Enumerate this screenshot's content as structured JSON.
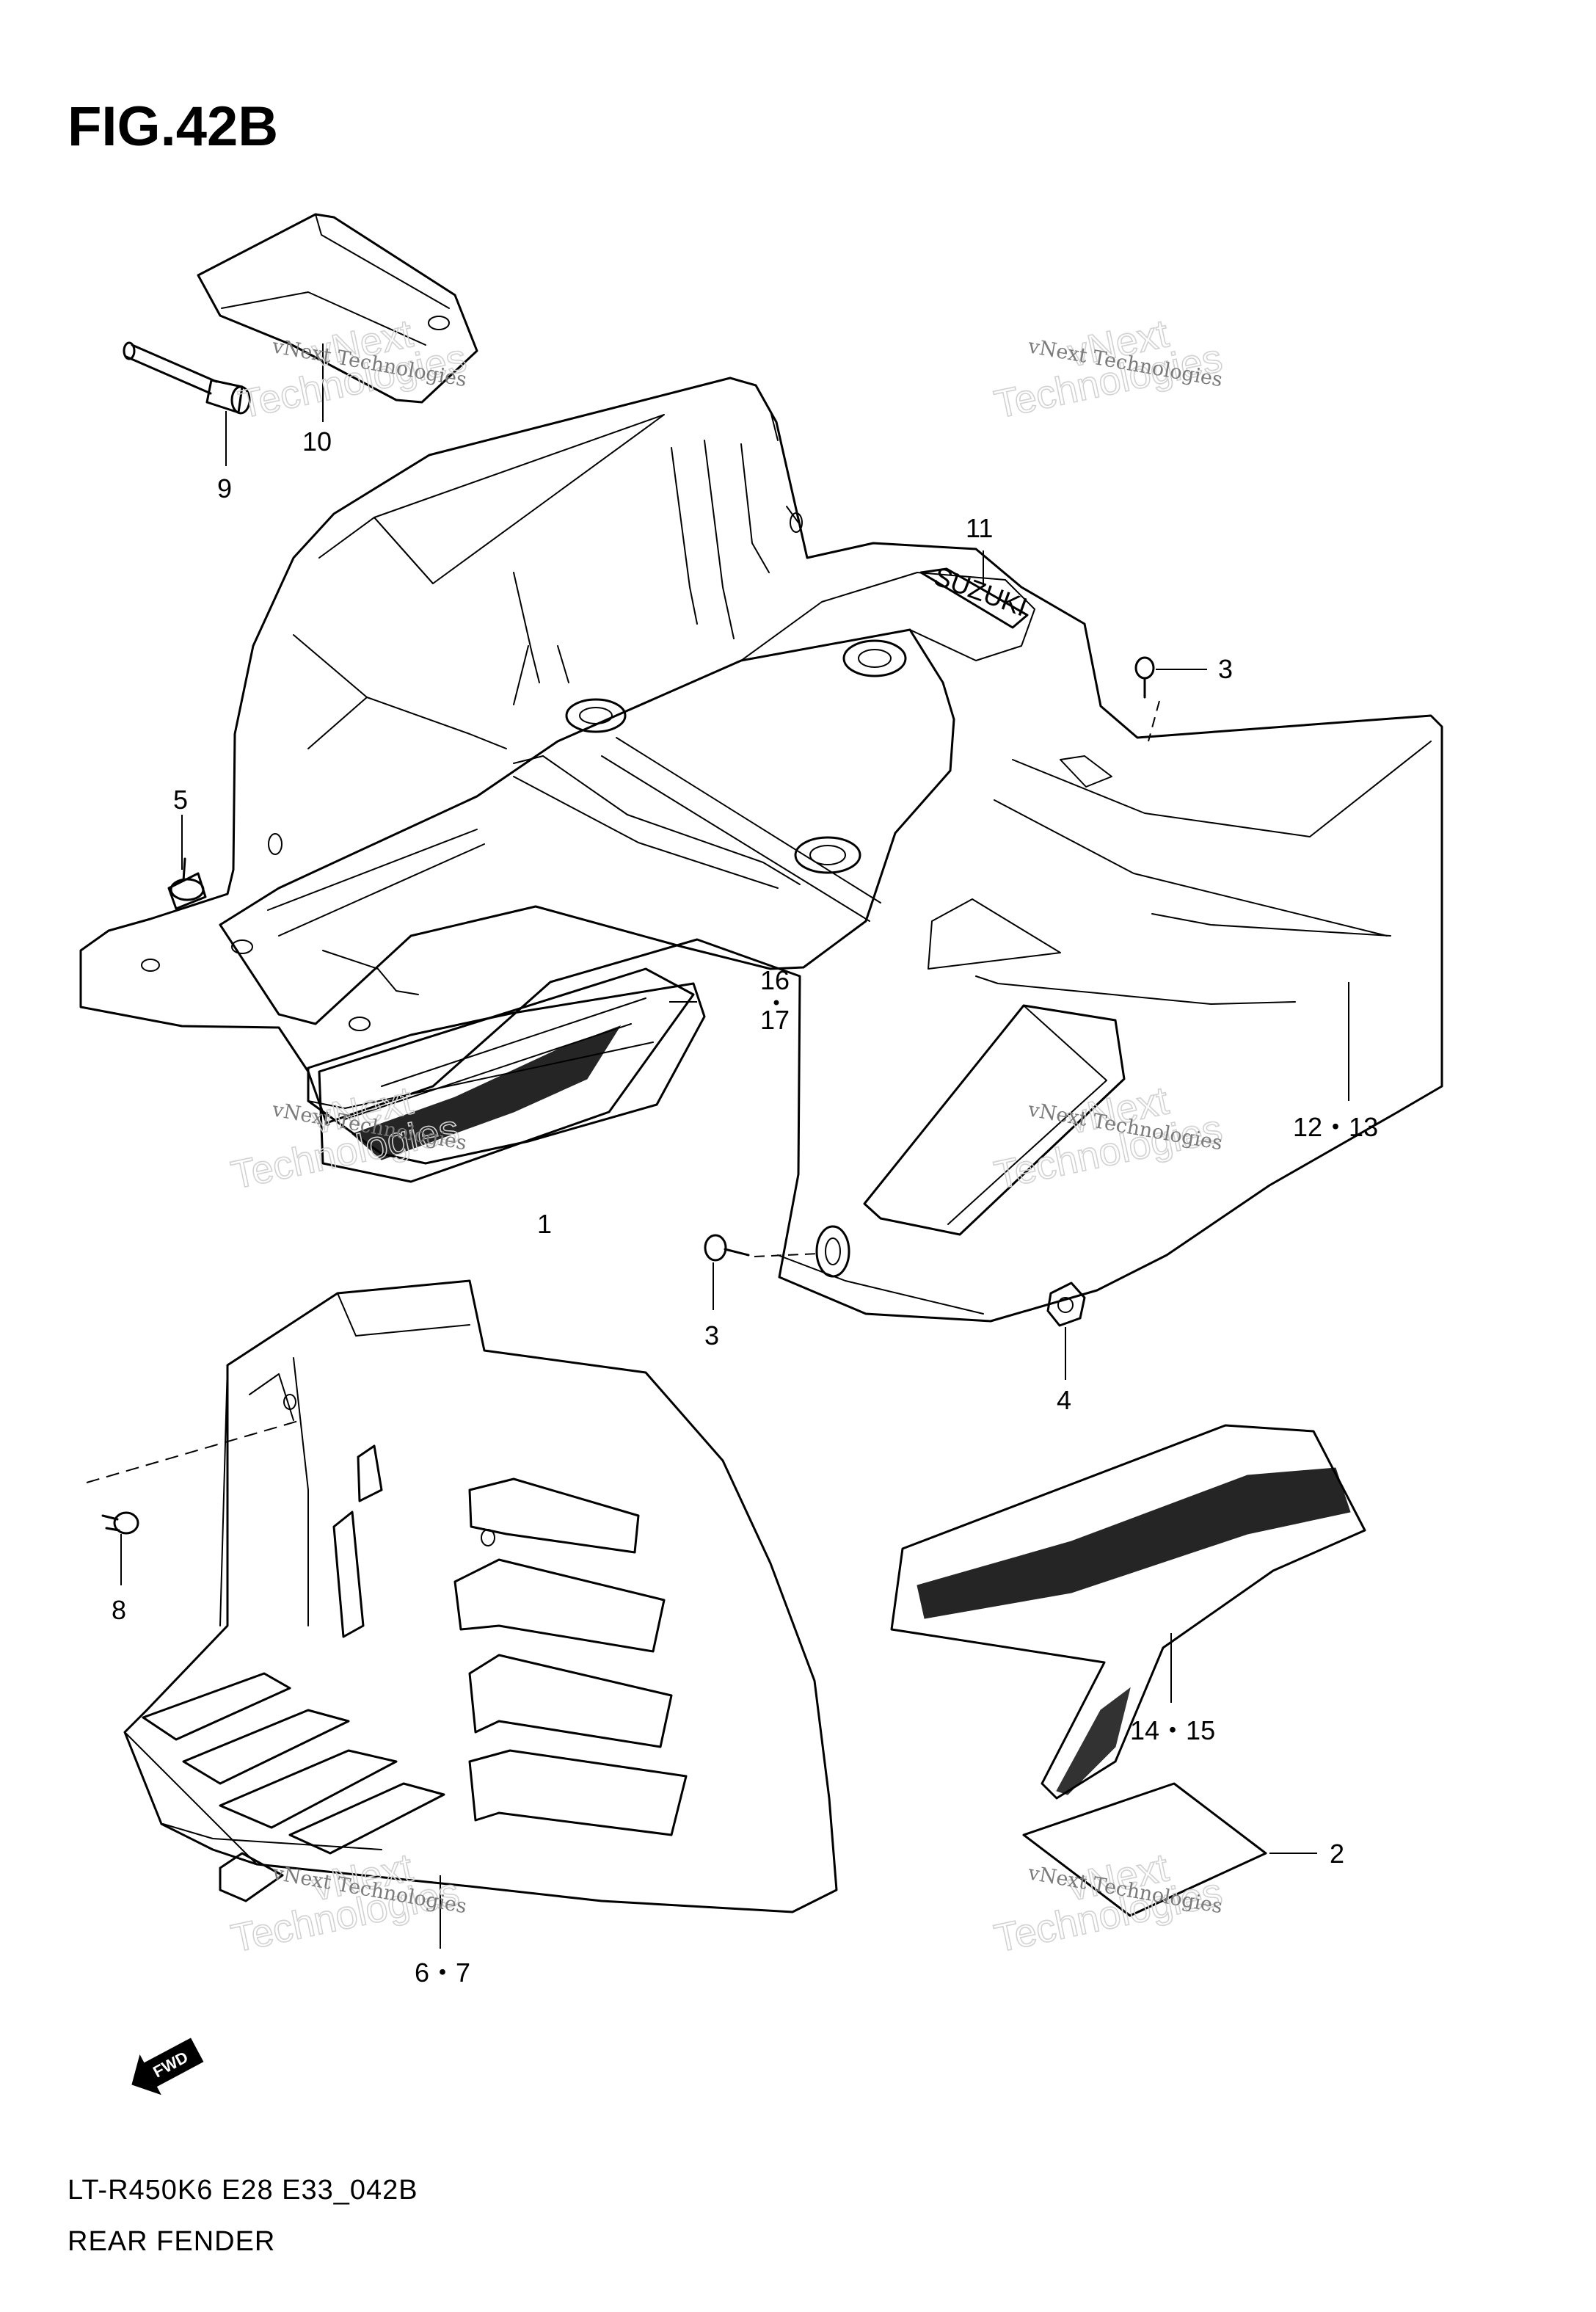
{
  "figure": {
    "title": "FIG.42B",
    "code": "LT-R450K6 E28 E33_042B",
    "name": "REAR FENDER"
  },
  "watermark": {
    "line1": "vNext Technologies",
    "line2a": "vNext",
    "line2b": "Technologies"
  },
  "callouts": {
    "c1": "1",
    "c2": "2",
    "c3a": "3",
    "c3b": "3",
    "c4": "4",
    "c5": "5",
    "c6_7": "6・7",
    "c8": "8",
    "c9": "9",
    "c10": "10",
    "c11": "11",
    "c12_13": "12・13",
    "c14_15": "14・15",
    "c16": "16",
    "c17": "17"
  },
  "direction_badge": {
    "label": "FWD",
    "icon": "forward-arrow-icon"
  },
  "decal_brand": "SUZUKI"
}
